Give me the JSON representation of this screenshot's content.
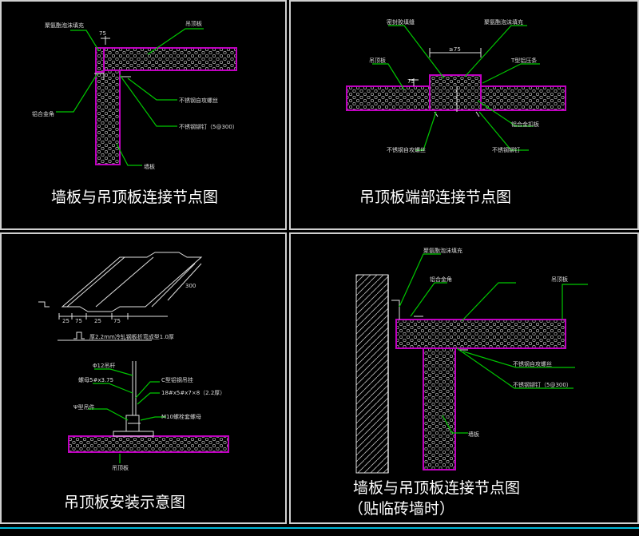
{
  "panels": {
    "top_left": {
      "caption": "墙板与吊顶板连接节点图",
      "labels": [
        "聚氨酯泡沫填充",
        "吊顶板",
        "铝合金角",
        "不锈钢自攻螺丝",
        "不锈钢铆钉（5@300）",
        "墙板"
      ],
      "dim": "75"
    },
    "top_right": {
      "caption": "吊顶板端部连接节点图",
      "labels": [
        "密封胶填缝",
        "聚氨酯泡沫填充",
        "吊顶板",
        "T型铝压条",
        "不锈钢自攻螺丝",
        "铝合金扣板",
        "不锈钢铆钉"
      ],
      "dim": "≥75",
      "dim2": "75"
    },
    "bottom_left": {
      "caption": "吊顶板安装示意图",
      "profile_note": "厚2.2mm冷轧钢板折弯成型1.0厚",
      "dims": [
        "25",
        "75",
        "25",
        "75"
      ],
      "dim_len": "300",
      "labels": [
        "Φ12吊杆",
        "螺母5#x3.75",
        "C型铝钢吊挂",
        "18#x5#x7×8（2.2厚）",
        "M10螺栓套螺母",
        "吊顶板",
        "Ψ型吊件"
      ]
    },
    "bottom_right": {
      "caption_line1": "墙板与吊顶板连接节点图",
      "caption_line2": "（贴临砖墙时）",
      "labels": [
        "聚氨酯泡沫填充",
        "铝合金角",
        "吊顶板",
        "不锈钢自攻螺丝",
        "不锈钢铆钉（5@300）",
        "墙板"
      ]
    }
  },
  "colors": {
    "border": "#cfcfcf",
    "panel_outline": "#c000c0",
    "leader": "#00c800",
    "accent_bottom": "#00b8d8"
  }
}
